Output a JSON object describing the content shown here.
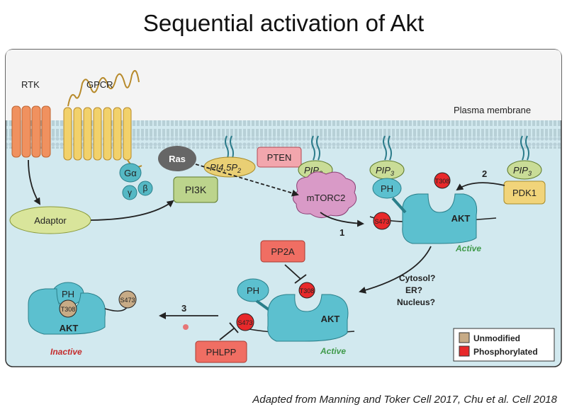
{
  "title": "Sequential activation of Akt",
  "citation": "Adapted from Manning and Toker Cell 2017, Chu et al. Cell 2018",
  "labels": {
    "rtk": "RTK",
    "gpcr": "GPCR",
    "plasma_membrane": "Plasma membrane",
    "ras": "Ras",
    "pi45p2_pre": "PI4,5P",
    "pi45p2_sub": "2",
    "pten": "PTEN",
    "pip": "PIP",
    "pip_sub": "3",
    "galpha": "Gα",
    "beta": "β",
    "gamma": "γ",
    "pi3k": "PI3K",
    "adaptor": "Adaptor",
    "mtorc2": "mTORC2",
    "pdk1": "PDK1",
    "ph": "PH",
    "akt": "AKT",
    "t308": "T308",
    "s473": "S473",
    "pp2a": "PP2A",
    "phlpp": "PHLPP",
    "active": "Active",
    "inactive": "Inactive",
    "step1": "1",
    "step2": "2",
    "step3": "3",
    "cytosol": "Cytosol?",
    "er": "ER?",
    "nucleus": "Nucleus?"
  },
  "legend": {
    "unmodified": "Unmodified",
    "phosphorylated": "Phosphorylated"
  },
  "colors": {
    "cytoplasm": "#d2e9ef",
    "membrane_head": "#c9dfe6",
    "receptor_orange": "#f0915f",
    "gpcr_yellow": "#f2d16a",
    "lipid_green": "#c9dc97",
    "ras_gray": "#666666",
    "pten_pink": "#f2a6ad",
    "pi3k_green": "#bcd48c",
    "adaptor_green": "#d9e59b",
    "mtorc2_purple": "#d99ac7",
    "pdk1_yellow": "#f1d47a",
    "akt_blue": "#5cc0cf",
    "phospho_red": "#e8292b",
    "unmodified_tan": "#c7ab86",
    "pp2a_red": "#f06e63",
    "active_green": "#3f9a4a",
    "inactive_red": "#c42b2b"
  }
}
